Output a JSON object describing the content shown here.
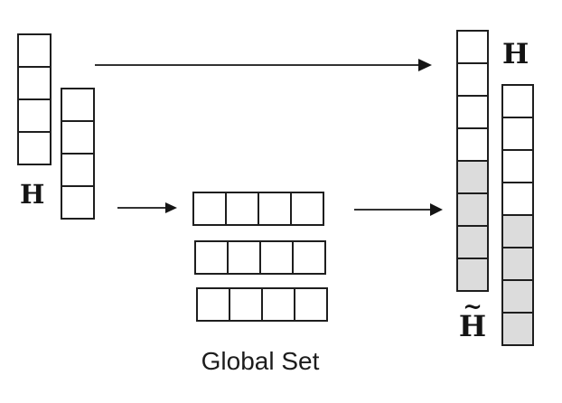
{
  "diagram": {
    "labels": {
      "left_matrix": "H",
      "right_matrix": "H",
      "transformed_matrix_tilde": "~",
      "transformed_matrix_letter": "H",
      "global_set": "Global Set"
    },
    "colors": {
      "line": "#1e1e1e",
      "cell_white": "#ffffff",
      "cell_gray": "#dcdcdc"
    },
    "left_columns": [
      {
        "name": "left-column-1",
        "cells": [
          "white",
          "white",
          "white",
          "white"
        ]
      },
      {
        "name": "left-column-2",
        "cells": [
          "white",
          "white",
          "white",
          "white"
        ]
      }
    ],
    "global_set_rows": [
      {
        "name": "global-set-row-1",
        "cells": [
          "white",
          "white",
          "white",
          "white"
        ]
      },
      {
        "name": "global-set-row-2",
        "cells": [
          "white",
          "white",
          "white",
          "white"
        ]
      },
      {
        "name": "global-set-row-3",
        "cells": [
          "white",
          "white",
          "white",
          "white"
        ]
      }
    ],
    "right_columns": [
      {
        "name": "right-column-h-tilde",
        "cells": [
          "white",
          "white",
          "white",
          "white",
          "gray",
          "gray",
          "gray",
          "gray"
        ]
      },
      {
        "name": "right-column-h",
        "cells": [
          "white",
          "white",
          "white",
          "white",
          "gray",
          "gray",
          "gray",
          "gray"
        ]
      }
    ],
    "arrows": [
      {
        "name": "top-arrow",
        "direction": "right"
      },
      {
        "name": "global-set-input-arrow",
        "direction": "right"
      },
      {
        "name": "global-set-output-arrow",
        "direction": "right"
      }
    ]
  }
}
